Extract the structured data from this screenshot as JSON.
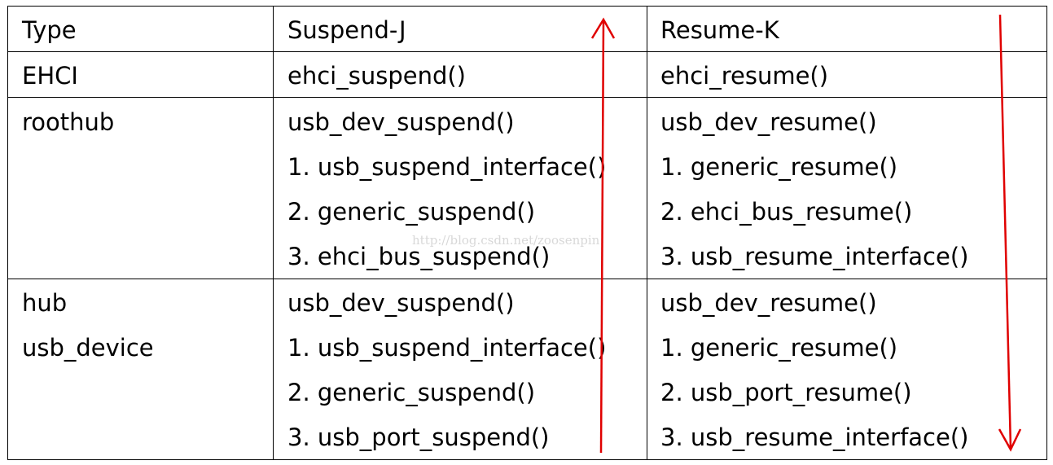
{
  "table": {
    "headers": [
      "Type",
      "Suspend-J",
      "Resume-K"
    ],
    "rows": [
      {
        "type": [
          "EHCI"
        ],
        "suspend": [
          "ehci_suspend()"
        ],
        "resume": [
          "ehci_resume()"
        ]
      },
      {
        "type": [
          "roothub"
        ],
        "suspend": [
          "usb_dev_suspend()",
          "1. usb_suspend_interface()",
          "2. generic_suspend()",
          "3. ehci_bus_suspend()"
        ],
        "resume": [
          "usb_dev_resume()",
          "1. generic_resume()",
          "2. ehci_bus_resume()",
          "3. usb_resume_interface()"
        ]
      },
      {
        "type": [
          "hub",
          "usb_device"
        ],
        "suspend": [
          "usb_dev_suspend()",
          "1. usb_suspend_interface()",
          "2. generic_suspend()",
          "3. usb_port_suspend()"
        ],
        "resume": [
          "usb_dev_resume()",
          "1. generic_resume()",
          "2. usb_port_resume()",
          "3. usb_resume_interface()"
        ]
      }
    ]
  },
  "watermark": "http://blog.csdn.net/zoosenpin",
  "colors": {
    "arrow": "#e00000",
    "grid": "#000000",
    "watermark": "#d8d8d8"
  }
}
